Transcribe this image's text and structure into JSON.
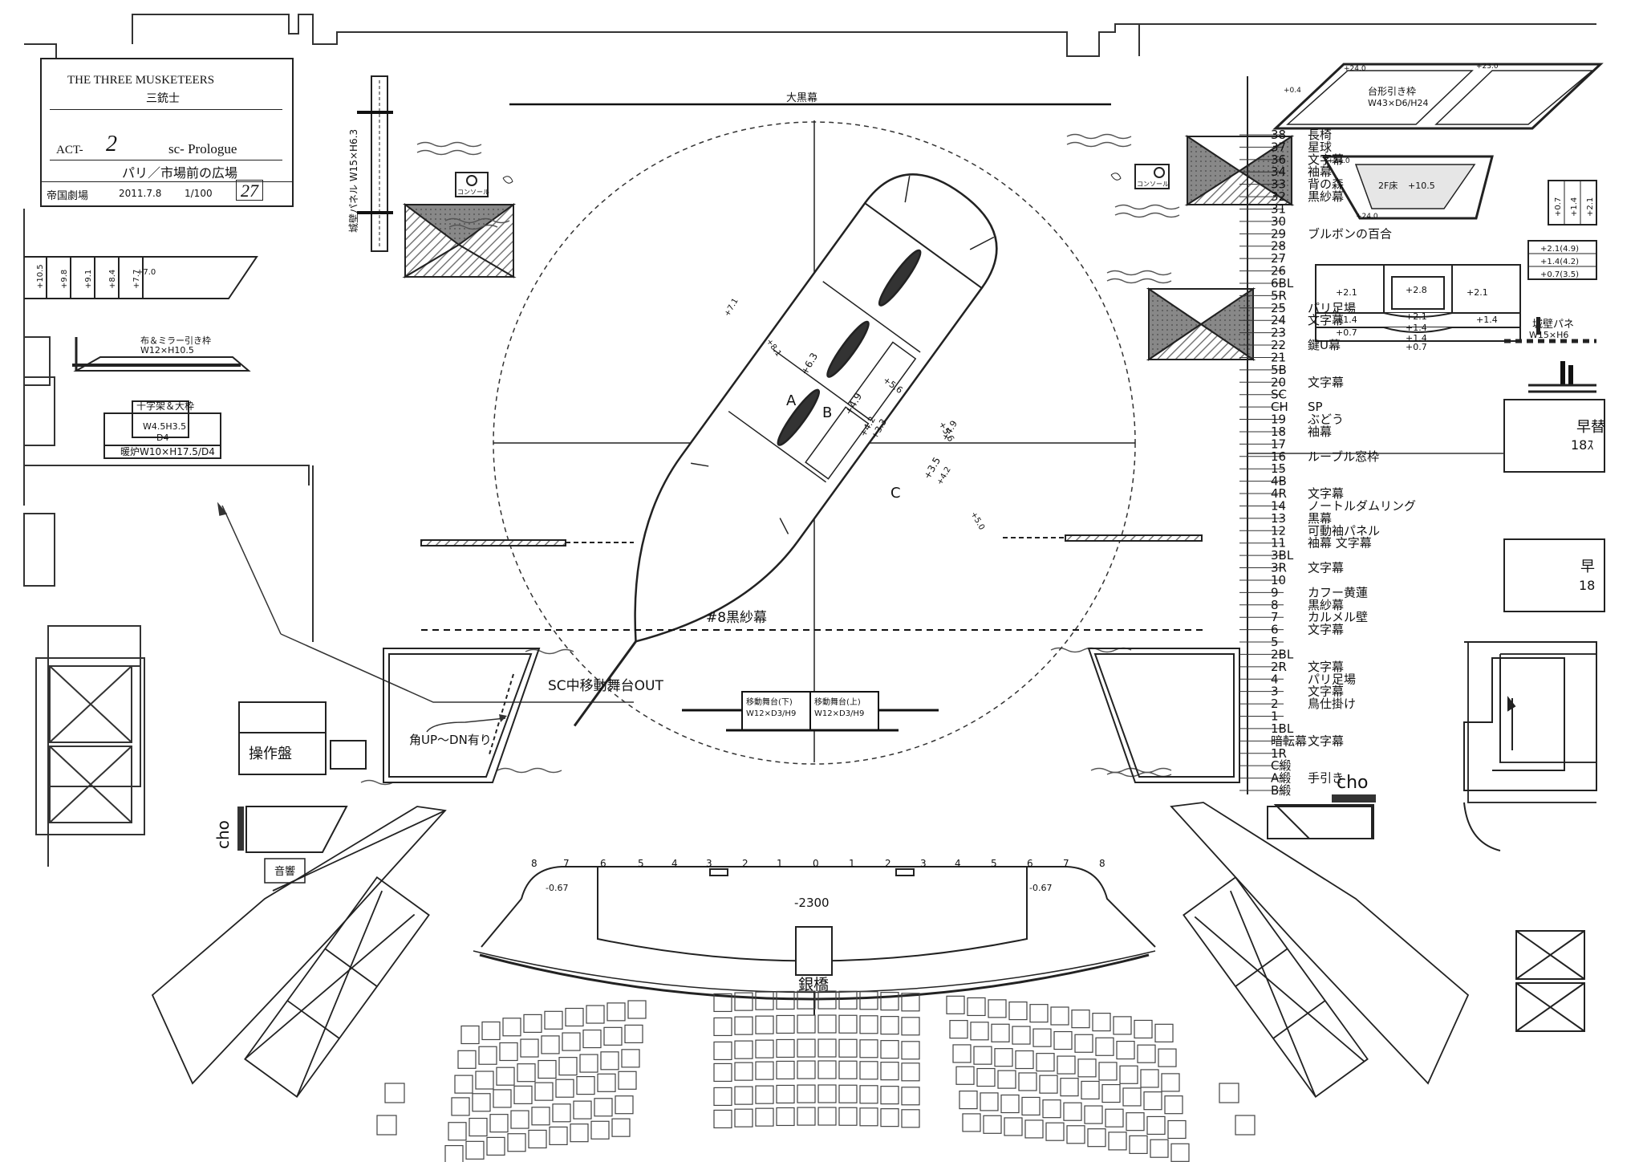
{
  "title_block": {
    "production": "THE THREE MUSKETEERS",
    "production_ja": "三銃士",
    "act_label": "ACT-",
    "act_number": "2",
    "scene": "sc- Prologue",
    "scene_title": "パリ／市場前の広場",
    "venue": "帝国劇場",
    "date": "2011.7.8",
    "scale": "1/100",
    "page": "27"
  },
  "labels": {
    "big_black_curtain": "大黒幕",
    "gauze_8": "#8黒紗幕",
    "castle_panel_v": "城壁パネル W15×H6.3",
    "console_left": "コンソール",
    "console_right": "コンソール",
    "sc_center_out": "SC中移動舞台OUT",
    "wagon_down": "移動舞台(下)",
    "wagon_down_size": "W12×D3/H9",
    "wagon_up": "移動舞台(上)",
    "wagon_up_size": "W12×D3/H9",
    "corner_updn": "角UP～DN有り",
    "operation_panel": "操作盤",
    "sound": "音響",
    "cho_left": "cho",
    "cho_right": "cho",
    "silver_bridge": "銀橋",
    "orchestra_depth": "-2300",
    "pit_left_level": "-0.67",
    "pit_right_level": "-0.67",
    "trapezoid_wagon": "台形引き枠",
    "trapezoid_wagon_size": "W43×D6/H24",
    "second_floor": "2F床",
    "second_floor_level": "+10.5",
    "cloth_mirror": "布＆ミラー引き枠",
    "cloth_mirror_size": "W12×H10.5",
    "cross_frame": "十字架＆大枠",
    "cross_inner": "W4.5H3.5",
    "d4": "D4",
    "fireplace": "暖炉W10×H17.5/D4",
    "castle_panel_right": "城壁パネ",
    "castle_panel_right_size": "W15×H6",
    "early_change_1": "早替",
    "early_change_1_no": "18ｽ",
    "early_change_2": "早",
    "early_change_2_no": "18",
    "ship_a": "A",
    "ship_b": "B",
    "ship_c": "C"
  },
  "ship_levels": [
    "+7.1",
    "+8.1",
    "+6.3",
    "+4.9",
    "+5.6",
    "+4.2",
    "+3.3",
    "+3.5",
    "+5.6",
    "+4.9",
    "+4.2",
    "+5.0"
  ],
  "stair_levels": [
    "+10.5",
    "+9.8",
    "+9.1",
    "+8.4",
    "+7.7",
    "+7.0"
  ],
  "platform_levels_top": [
    "+0.4",
    "+24.0",
    "+23.0",
    "+24.0",
    "+24.0"
  ],
  "platform_levels_right": [
    "+2.1",
    "+2.8",
    "+2.1",
    "+1.4",
    "+2.1",
    "+1.4",
    "+1.4",
    "+0.7",
    "+1.4",
    "+0.7"
  ],
  "side_stack_levels": [
    "+0.7",
    "+1.4",
    "+2.1"
  ],
  "side_stack_levels_b": [
    "+2.1(4.9)",
    "+1.4(4.2)",
    "+0.7(3.5)"
  ],
  "pit_numbers": [
    "8",
    "7",
    "6",
    "5",
    "4",
    "3",
    "2",
    "1",
    "0",
    "1",
    "2",
    "3",
    "4",
    "5",
    "6",
    "7",
    "8"
  ],
  "fly_rail": [
    {
      "no": "38",
      "name": "長椅"
    },
    {
      "no": "37",
      "name": "星球"
    },
    {
      "no": "36",
      "name": "文字幕"
    },
    {
      "no": "34",
      "name": "袖幕"
    },
    {
      "no": "33",
      "name": "背の森"
    },
    {
      "no": "32",
      "name": "黒紗幕"
    },
    {
      "no": "31",
      "name": ""
    },
    {
      "no": "30",
      "name": ""
    },
    {
      "no": "29",
      "name": "ブルボンの百合"
    },
    {
      "no": "28",
      "name": ""
    },
    {
      "no": "27",
      "name": ""
    },
    {
      "no": "26",
      "name": ""
    },
    {
      "no": "6BL",
      "name": ""
    },
    {
      "no": "5R",
      "name": ""
    },
    {
      "no": "25",
      "name": "パリ足場"
    },
    {
      "no": "24",
      "name": "文字幕"
    },
    {
      "no": "23",
      "name": ""
    },
    {
      "no": "22",
      "name": "鍵U幕"
    },
    {
      "no": "21",
      "name": ""
    },
    {
      "no": "5B",
      "name": ""
    },
    {
      "no": "20",
      "name": "文字幕"
    },
    {
      "no": "SC",
      "name": ""
    },
    {
      "no": "CH",
      "name": "SP"
    },
    {
      "no": "19",
      "name": "ぶどう"
    },
    {
      "no": "18",
      "name": "袖幕"
    },
    {
      "no": "17",
      "name": ""
    },
    {
      "no": "16",
      "name": "ルーブル窓枠"
    },
    {
      "no": "15",
      "name": ""
    },
    {
      "no": "4B",
      "name": ""
    },
    {
      "no": "4R",
      "name": "文字幕"
    },
    {
      "no": "14",
      "name": "ノートルダムリング"
    },
    {
      "no": "13",
      "name": "黒幕"
    },
    {
      "no": "12",
      "name": "可動袖パネル"
    },
    {
      "no": "11",
      "name": "袖幕  文字幕"
    },
    {
      "no": "3BL",
      "name": ""
    },
    {
      "no": "3R",
      "name": "文字幕"
    },
    {
      "no": "10",
      "name": ""
    },
    {
      "no": "9",
      "name": "カフー黄蓮"
    },
    {
      "no": "8",
      "name": "黒紗幕"
    },
    {
      "no": "7",
      "name": "カルメル壁"
    },
    {
      "no": "6",
      "name": "文字幕"
    },
    {
      "no": "5",
      "name": ""
    },
    {
      "no": "2BL",
      "name": ""
    },
    {
      "no": "2R",
      "name": "文字幕"
    },
    {
      "no": "4",
      "name": "パリ足場"
    },
    {
      "no": "3",
      "name": "文字幕"
    },
    {
      "no": "2",
      "name": "鳥仕掛け"
    },
    {
      "no": "1",
      "name": ""
    },
    {
      "no": "1BL",
      "name": ""
    },
    {
      "no": "暗転幕",
      "name": "文字幕"
    },
    {
      "no": "1R",
      "name": ""
    },
    {
      "no": "C緞",
      "name": ""
    },
    {
      "no": "A緞",
      "name": "手引き"
    },
    {
      "no": "B緞",
      "name": ""
    }
  ]
}
